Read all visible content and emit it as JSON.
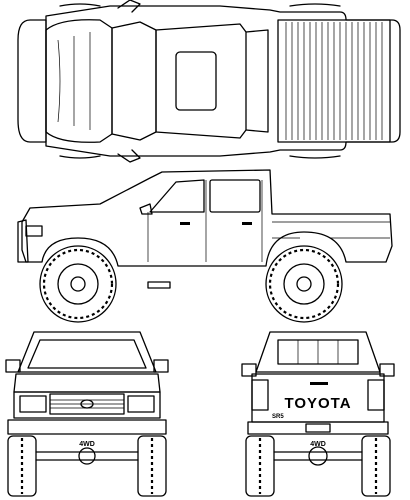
{
  "blueprint": {
    "brand_text": "TOYOTA",
    "badge_front": "4WD",
    "badge_rear": "4WD",
    "badge_rear_small": "SR5"
  }
}
